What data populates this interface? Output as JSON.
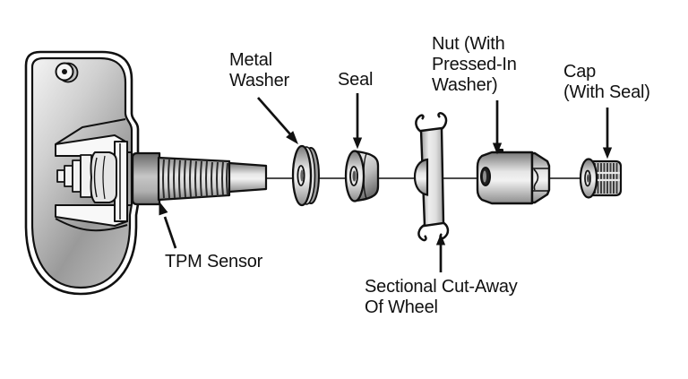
{
  "colors": {
    "background": "#ffffff",
    "outline": "#111111",
    "metal_light": "#f2f2f2",
    "metal_mid": "#c0c0c0",
    "metal_dark": "#707070"
  },
  "labels": {
    "metal_washer": "Metal\nWasher",
    "seal": "Seal",
    "nut": "Nut (With\nPressed-In\nWasher)",
    "cap": "Cap\n(With Seal)",
    "tpm_sensor": "TPM Sensor",
    "sectional_cutaway": "Sectional Cut-Away\nOf Wheel"
  }
}
